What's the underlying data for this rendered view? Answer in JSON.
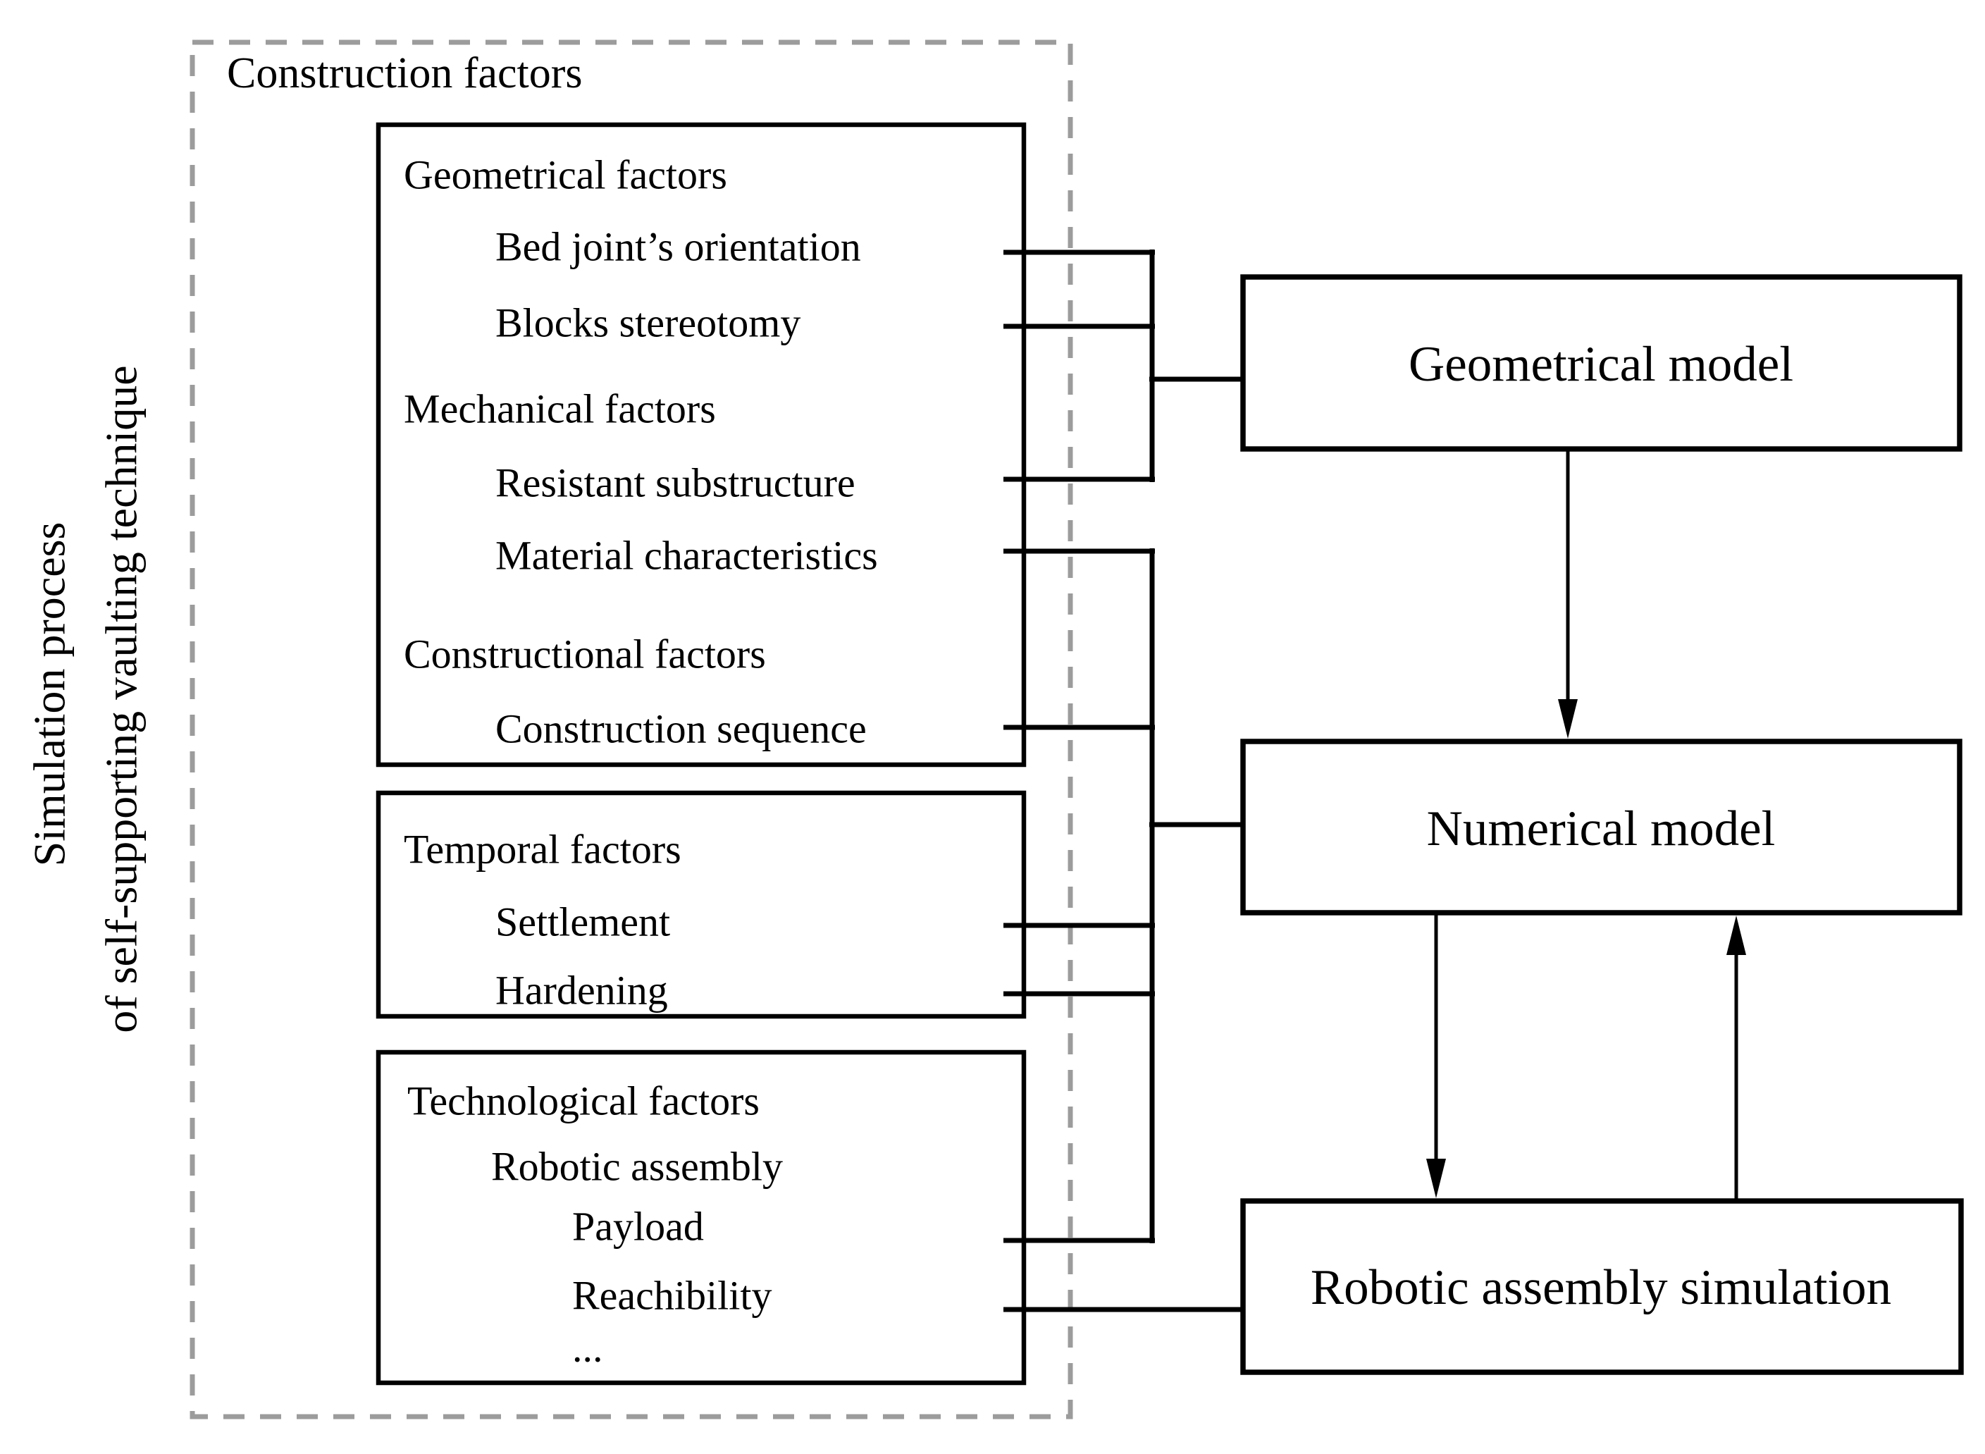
{
  "page": {
    "background": "#ffffff"
  },
  "colors": {
    "line": "#000000",
    "text": "#000000",
    "dashed_border": "#9c9c9c"
  },
  "side_title": {
    "line1": "Simulation process",
    "line2": "of self-supporting vaulting technique"
  },
  "construction": {
    "label": "Construction factors"
  },
  "box1": {
    "geometrical_heading": "Geometrical factors",
    "bed_joint": "Bed joint’s orientation",
    "blocks": "Blocks stereotomy",
    "mechanical_heading": "Mechanical factors",
    "resistant": "Resistant substructure",
    "material": "Material characteristics",
    "constructional_heading": "Constructional factors",
    "construction_sequence": "Construction sequence"
  },
  "box2": {
    "heading": "Temporal factors",
    "settlement": "Settlement",
    "hardening": "Hardening"
  },
  "box3": {
    "heading": "Technological factors",
    "robotic_assembly": "Robotic assembly",
    "payload": "Payload",
    "reachibility": "Reachibility",
    "ellipsis": "..."
  },
  "models": {
    "geometrical": "Geometrical model",
    "numerical": "Numerical model",
    "robotic": "Robotic assembly simulation"
  }
}
